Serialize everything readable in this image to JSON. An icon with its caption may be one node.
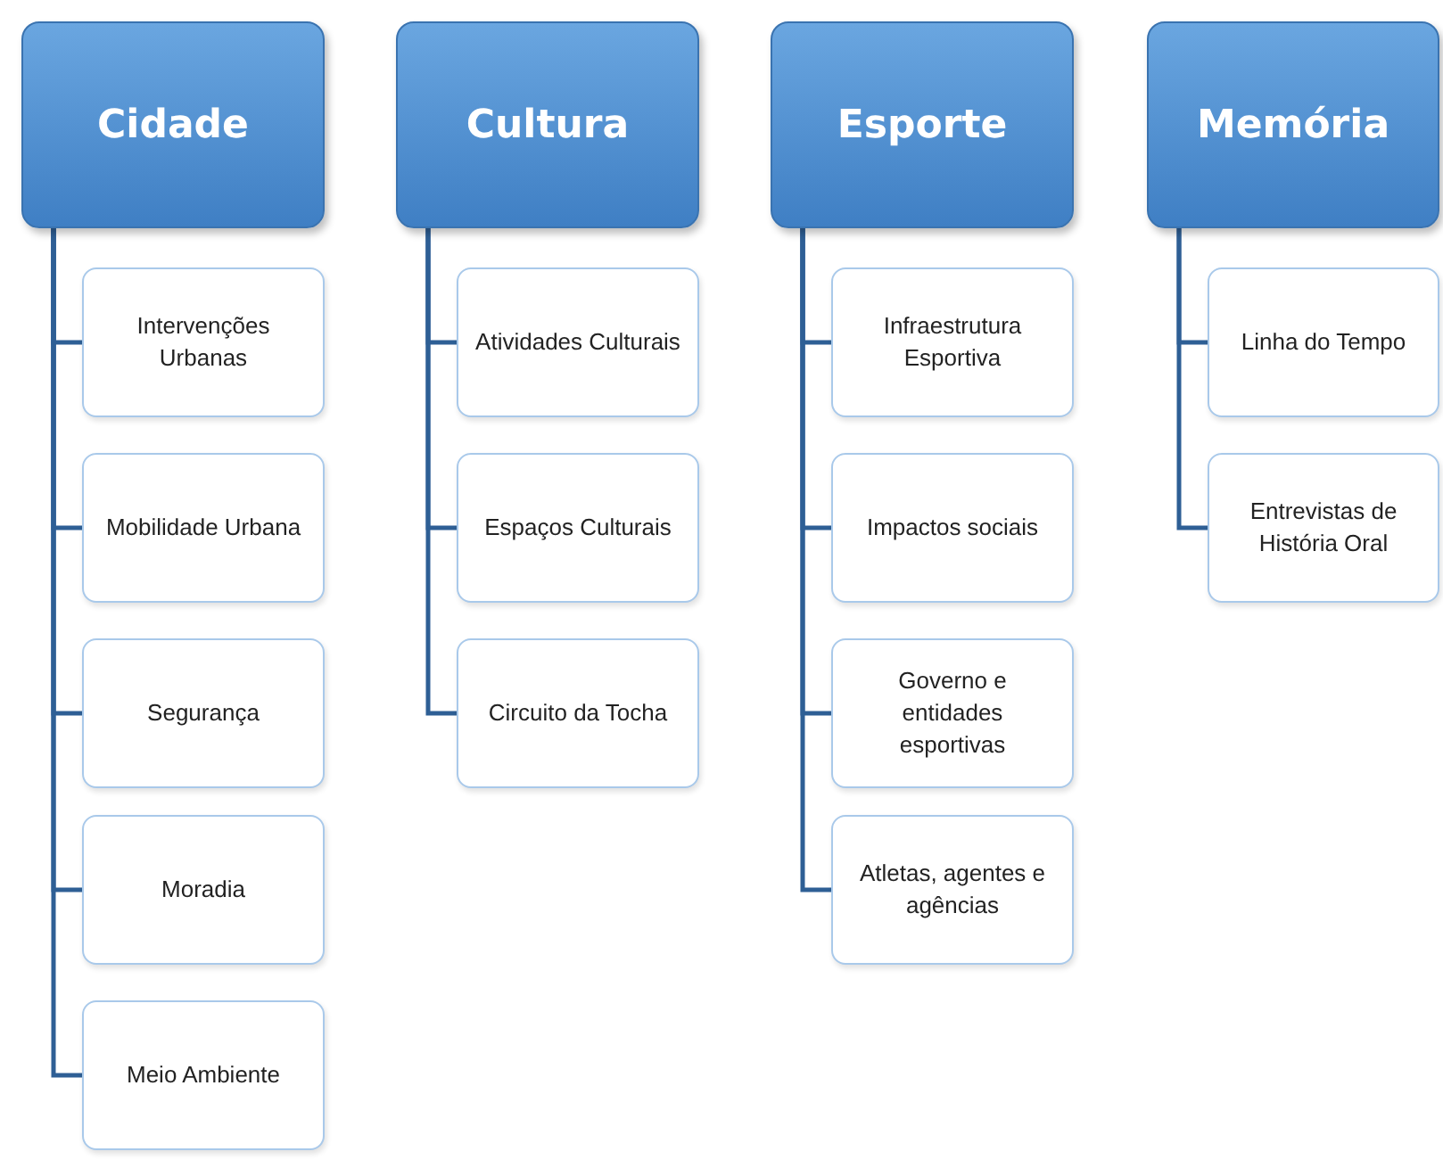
{
  "diagram": {
    "nodes": [
      {
        "text": [
          "Cidade"
        ]
      },
      {
        "text": [
          "Intervenções Urbanas"
        ]
      },
      {
        "text": [
          "Mobilidade Urbana"
        ]
      },
      {
        "text": [
          "Segurança"
        ]
      },
      {
        "text": [
          "Moradia"
        ]
      },
      {
        "text": [
          "Meio Ambiente"
        ]
      },
      {
        "text": [
          "Cultura"
        ]
      },
      {
        "text": [
          "Atividades Culturais"
        ]
      },
      {
        "text": [
          "Espaços Culturais"
        ]
      },
      {
        "text": [
          "Circuito da Tocha"
        ]
      },
      {
        "text": [
          "Esporte"
        ]
      },
      {
        "text": [
          "Infraestrutura Esportiva"
        ]
      },
      {
        "text": [
          "Impactos sociais"
        ]
      },
      {
        "text": [
          "Governo e entidades esportivas"
        ]
      },
      {
        "text": [
          "Atletas, agentes e agências"
        ]
      },
      {
        "text": [
          "Memória"
        ]
      },
      {
        "text": [
          "Linha do Tempo"
        ]
      },
      {
        "text": [
          "Entrevistas de História Oral"
        ]
      }
    ],
    "edges": [
      {
        "from": 0,
        "to": 1,
        "arrow": "none"
      },
      {
        "from": 0,
        "to": 2,
        "arrow": "none"
      },
      {
        "from": 0,
        "to": 3,
        "arrow": "none"
      },
      {
        "from": 0,
        "to": 4,
        "arrow": "none"
      },
      {
        "from": 0,
        "to": 5,
        "arrow": "none"
      },
      {
        "from": 6,
        "to": 7,
        "arrow": "none"
      },
      {
        "from": 6,
        "to": 8,
        "arrow": "none"
      },
      {
        "from": 6,
        "to": 9,
        "arrow": "none"
      },
      {
        "from": 10,
        "to": 11,
        "arrow": "none"
      },
      {
        "from": 10,
        "to": 12,
        "arrow": "none"
      },
      {
        "from": 10,
        "to": 13,
        "arrow": "none"
      },
      {
        "from": 10,
        "to": 14,
        "arrow": "none"
      },
      {
        "from": 15,
        "to": 16,
        "arrow": "none"
      },
      {
        "from": 15,
        "to": 17,
        "arrow": "none"
      }
    ]
  }
}
